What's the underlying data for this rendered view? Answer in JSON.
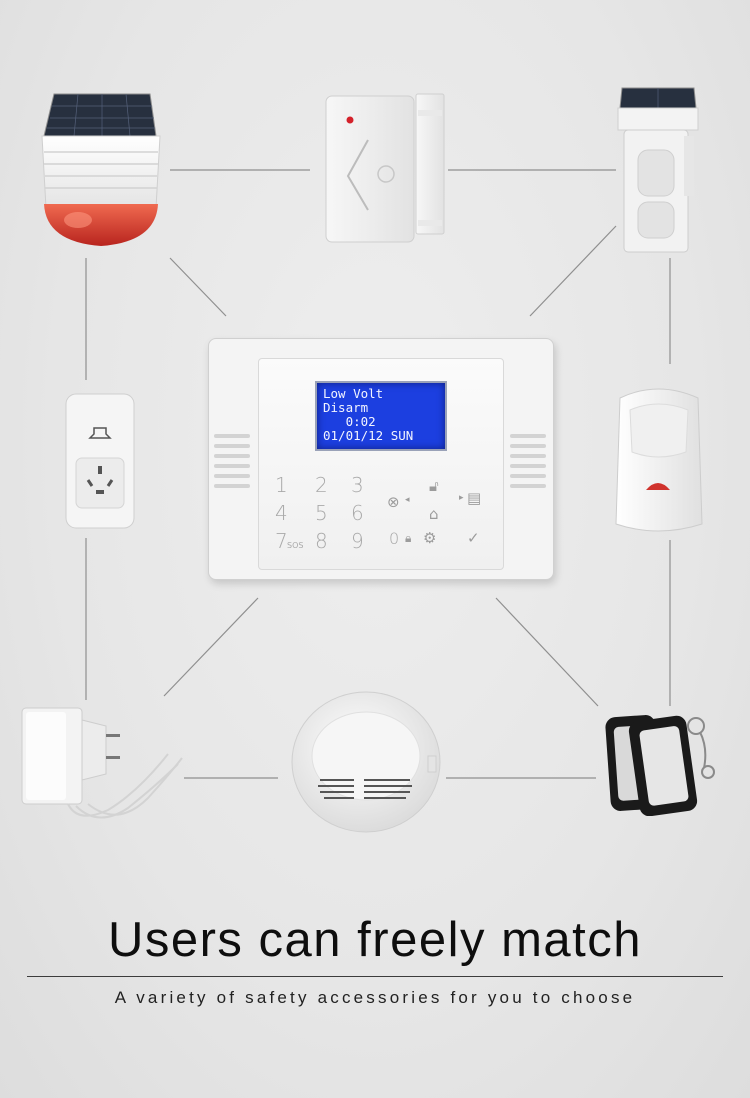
{
  "lcd": {
    "line1": "Low Volt",
    "line2": "Disarm",
    "line3": "   0:02",
    "line4": "01/01/12 SUN"
  },
  "keypad": {
    "keys": [
      "1",
      "2",
      "3",
      "4",
      "5",
      "6",
      "7",
      "8",
      "9",
      "0"
    ],
    "sos_label": "SOS"
  },
  "heading": {
    "title": "Users can freely match",
    "subtitle": "A variety of safety accessories for you to choose"
  },
  "colors": {
    "background": "#e8e8e8",
    "lcd_blue": "#1c3fe0",
    "siren_red": "#d0332d",
    "connector": "#8f8f8f"
  },
  "devices": [
    {
      "name": "solar-siren",
      "icon": "solar-siren-icon"
    },
    {
      "name": "door-sensor",
      "icon": "door-sensor-icon"
    },
    {
      "name": "outdoor-pir",
      "icon": "outdoor-pir-icon"
    },
    {
      "name": "smart-socket",
      "icon": "smart-socket-icon"
    },
    {
      "name": "pir-sensor",
      "icon": "pir-sensor-icon"
    },
    {
      "name": "power-adapter",
      "icon": "power-adapter-icon"
    },
    {
      "name": "smoke-detector",
      "icon": "smoke-detector-icon"
    },
    {
      "name": "rfid-tags",
      "icon": "rfid-tag-icon"
    }
  ]
}
